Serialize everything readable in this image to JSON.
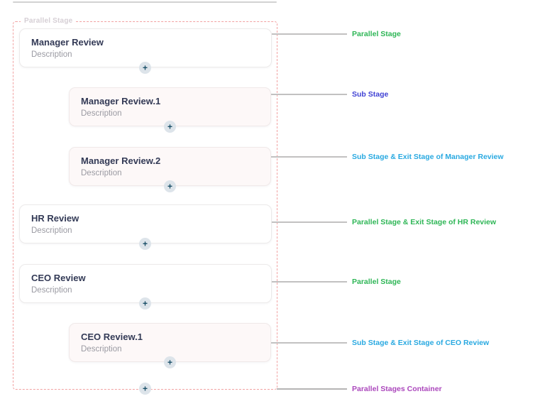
{
  "container": {
    "label": "Parallel Stage",
    "border_color": "#f2a2a2",
    "add_glyph": "+"
  },
  "stages": [
    {
      "title": "Manager Review",
      "description": "Description",
      "kind": "parallel",
      "add_glyph": "+"
    },
    {
      "title": "Manager Review.1",
      "description": "Description",
      "kind": "sub",
      "add_glyph": "+"
    },
    {
      "title": "Manager Review.2",
      "description": "Description",
      "kind": "sub",
      "add_glyph": "+"
    },
    {
      "title": "HR Review",
      "description": "Description",
      "kind": "parallel",
      "add_glyph": "+"
    },
    {
      "title": "CEO Review",
      "description": "Description",
      "kind": "parallel",
      "add_glyph": "+"
    },
    {
      "title": "CEO Review.1",
      "description": "Description",
      "kind": "sub",
      "add_glyph": "+"
    }
  ],
  "annotations": [
    {
      "text": "Parallel Stage",
      "color": "#2eb656",
      "target": "Manager Review"
    },
    {
      "text": "Sub Stage",
      "color": "#4042d4",
      "target": "Manager Review.1"
    },
    {
      "text": "Sub Stage & Exit Stage of Manager Review",
      "color": "#29a9e1",
      "target": "Manager Review.2"
    },
    {
      "text": "Parallel Stage & Exit Stage of HR Review",
      "color": "#2eb656",
      "target": "HR Review"
    },
    {
      "text": "Parallel Stage",
      "color": "#2eb656",
      "target": "CEO Review"
    },
    {
      "text": "Sub Stage & Exit Stage of CEO Review",
      "color": "#29a9e1",
      "target": "CEO Review.1"
    },
    {
      "text": "Parallel Stages Container",
      "color": "#ab47bc",
      "target": "Parallel Stage container"
    }
  ]
}
